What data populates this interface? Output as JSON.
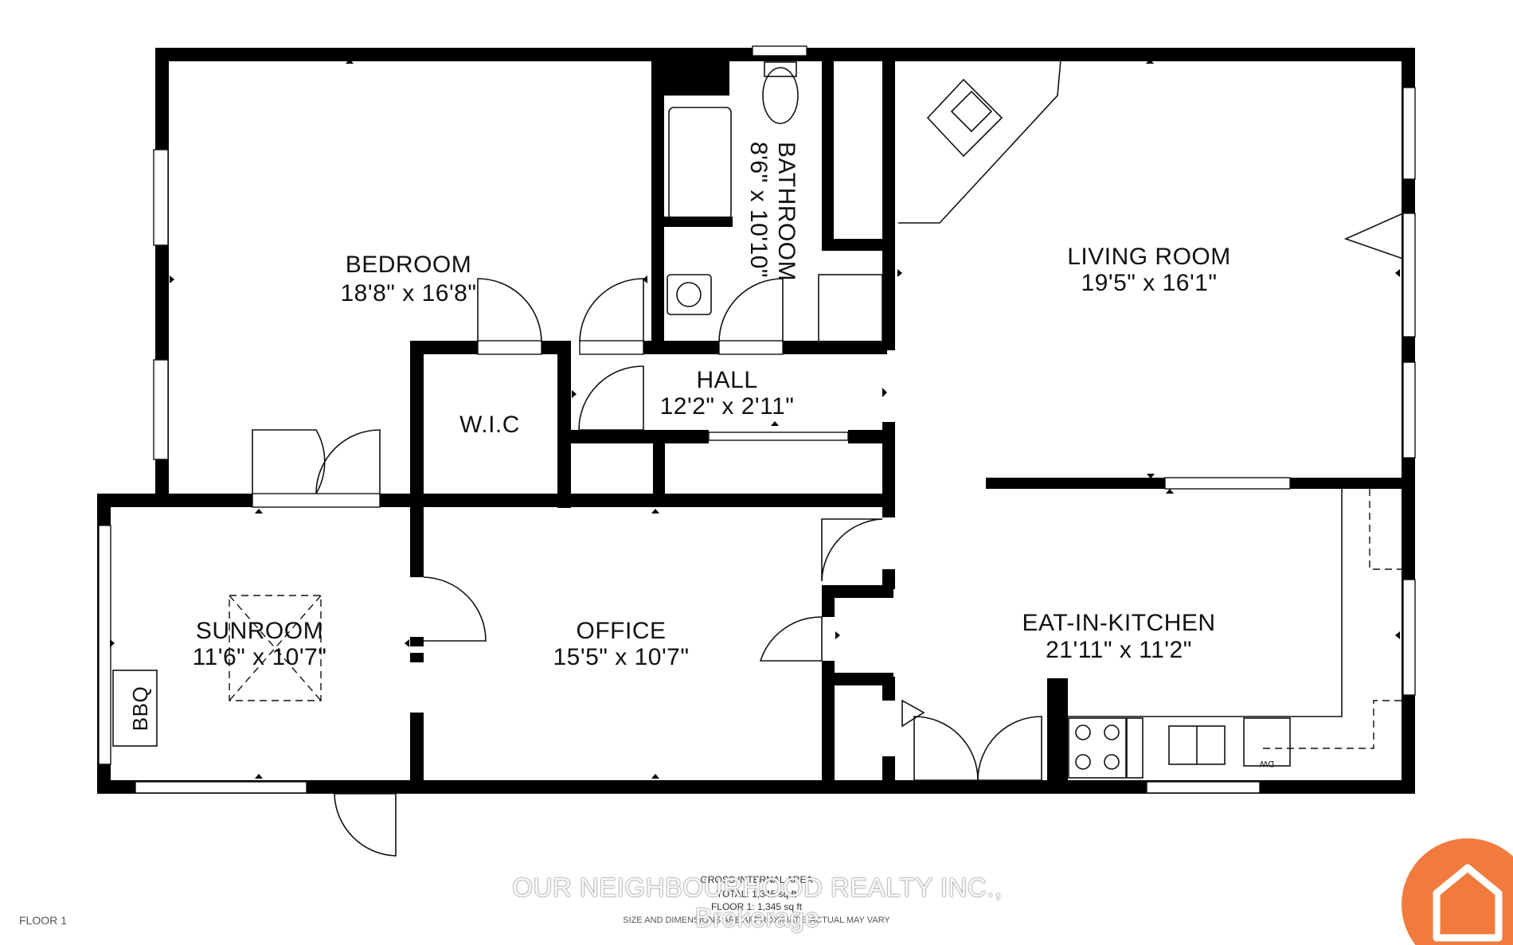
{
  "rooms": {
    "bedroom": {
      "name": "BEDROOM",
      "dims": "18'8\" x 16'8\""
    },
    "bathroom": {
      "name": "BATHROOM",
      "dims": "8'6\" x 10'10\""
    },
    "living": {
      "name": "LIVING ROOM",
      "dims": "19'5\" x 16'1\""
    },
    "hall": {
      "name": "HALL",
      "dims": "12'2\" x 2'11\""
    },
    "wic": {
      "name": "W.I.C"
    },
    "sunroom": {
      "name": "SUNROOM",
      "dims": "11'6\" x 10'7\""
    },
    "office": {
      "name": "OFFICE",
      "dims": "15'5\" x 10'7\""
    },
    "kitchen": {
      "name": "EAT-IN-KITCHEN",
      "dims": "21'11\" x 11'2\""
    }
  },
  "fixtures": {
    "bbq": "BBQ",
    "dishwasher": "DW"
  },
  "footer": {
    "area_title": "GROSS INTERNAL AREA",
    "total": "TOTAL: 1,345 sq ft",
    "floor_area": "FLOOR 1: 1,345 sq ft",
    "disclaimer": "SIZE AND DIMENSIONS ARE APPROXIMATE, ACTUAL MAY VARY",
    "floor_label": "FLOOR 1",
    "watermark": "OUR NEIGHBOURHOOD REALTY INC., Brokerage"
  },
  "colors": {
    "wall": "#000000",
    "logo": "#f07b3c",
    "background": "#ffffff"
  }
}
